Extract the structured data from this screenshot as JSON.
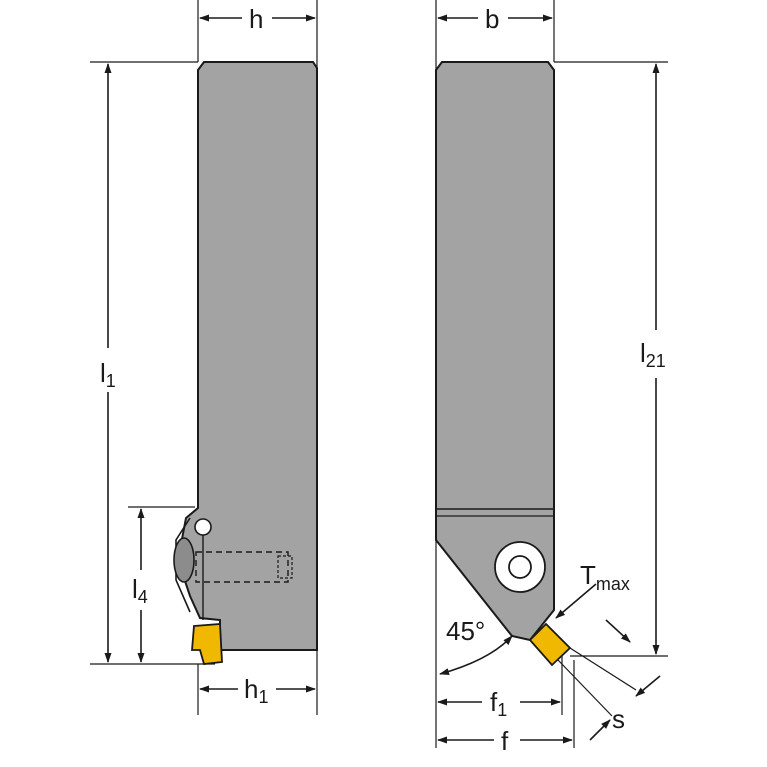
{
  "labels": {
    "h": "h",
    "b": "b",
    "l": "l",
    "l1_sub": "1",
    "l21_sub": "21",
    "l4_sub": "4",
    "h1_sub": "1",
    "f1_sub": "1",
    "f": "f",
    "T": "T",
    "max": "max",
    "angle": "45°",
    "s": "s"
  },
  "colors": {
    "tool_body": "#a3a3a3",
    "insert": "#f0b800",
    "line": "#1a1a1a"
  }
}
